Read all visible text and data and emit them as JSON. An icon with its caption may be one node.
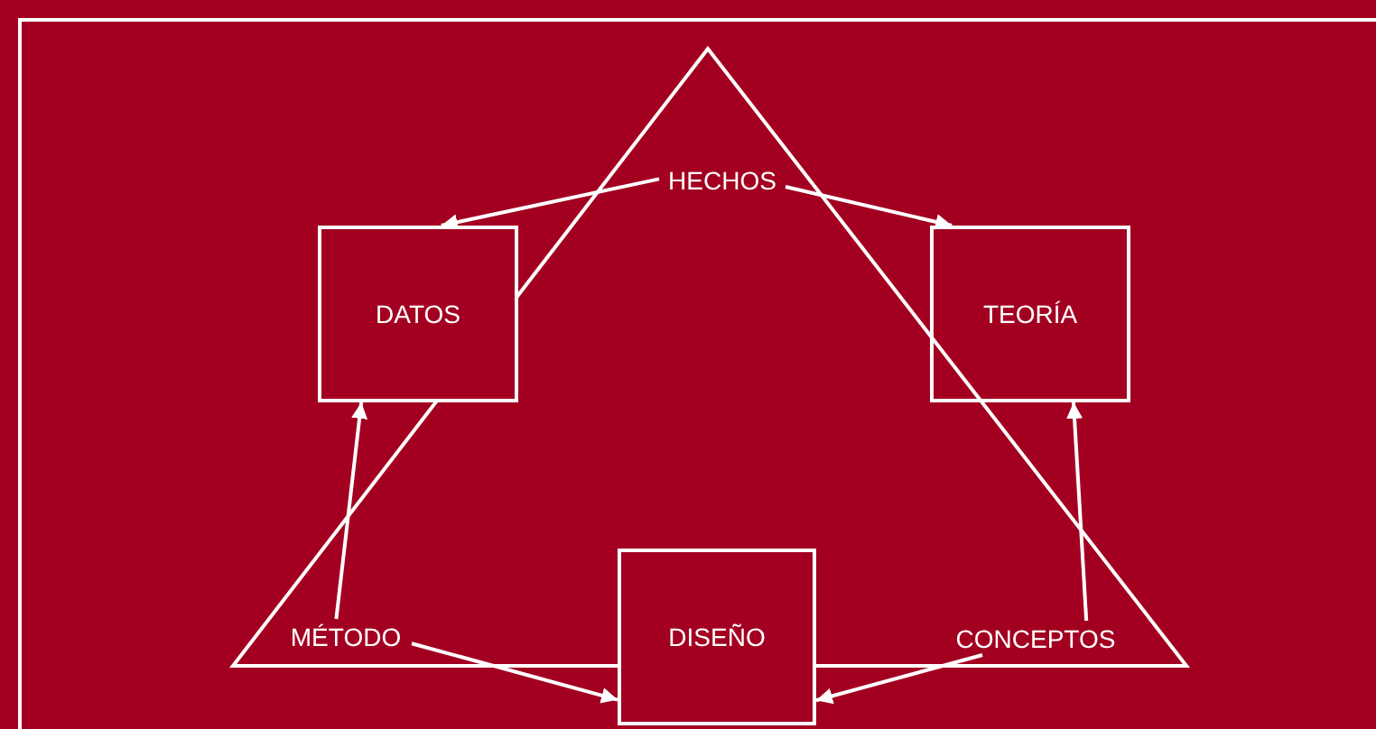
{
  "diagram": {
    "nodes": [
      {
        "text": [
          "HECHOS"
        ]
      },
      {
        "text": [
          "DATOS"
        ]
      },
      {
        "text": [
          "TEORÍA"
        ]
      },
      {
        "text": [
          "MÉTODO"
        ]
      },
      {
        "text": [
          "DISEÑO"
        ]
      },
      {
        "text": [
          "CONCEPTOS"
        ]
      }
    ],
    "edges": [
      {
        "from": 0,
        "to": 1,
        "arrow": "to"
      },
      {
        "from": 0,
        "to": 2,
        "arrow": "to"
      },
      {
        "from": 3,
        "to": 1,
        "arrow": "to"
      },
      {
        "from": 3,
        "to": 4,
        "arrow": "to"
      },
      {
        "from": 5,
        "to": 4,
        "arrow": "to"
      },
      {
        "from": 5,
        "to": 2,
        "arrow": "to"
      }
    ]
  }
}
